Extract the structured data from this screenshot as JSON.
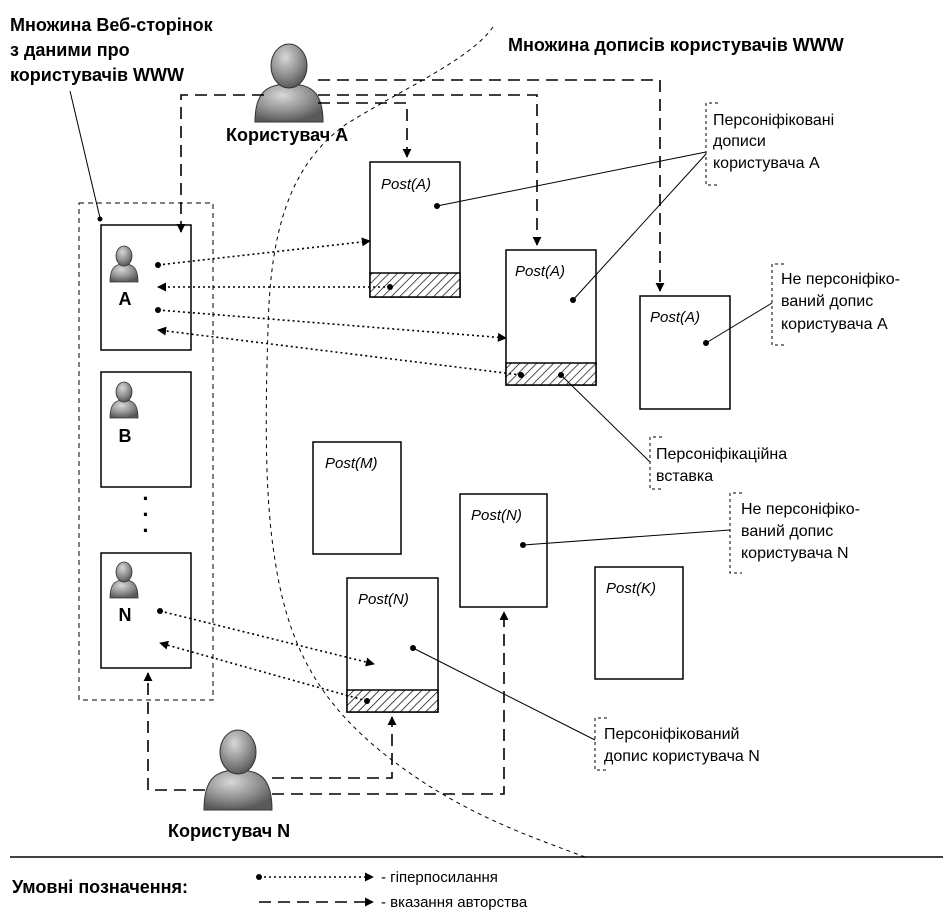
{
  "titles": {
    "pages_set": [
      "Множина Веб-сторінок",
      "з даними про",
      "користувачів WWW"
    ],
    "posts_set": "Множина дописів користувачів WWW"
  },
  "users": {
    "user_a": "Користувач А",
    "user_n": "Користувач N"
  },
  "pages": {
    "a": "A",
    "b": "B",
    "ellipsis": "·",
    "n": "N"
  },
  "posts": {
    "post_a1": "Post(A)",
    "post_a2": "Post(A)",
    "post_a3": "Post(A)",
    "post_m": "Post(M)",
    "post_n1": "Post(N)",
    "post_n2": "Post(N)",
    "post_k": "Post(K)"
  },
  "callouts": {
    "personified_a": [
      "Персоніфіковані",
      "дописи",
      "користувача А"
    ],
    "nonpersonified_a": [
      "Не персоніфіко-",
      "ваний допис",
      "користувача А"
    ],
    "insertion": [
      "Персоніфікаційна",
      "вставка"
    ],
    "nonpersonified_n": [
      "Не персоніфіко-",
      "ваний допис",
      "користувача N"
    ],
    "personified_n": [
      "Персоніфікований",
      "допис користувача N"
    ]
  },
  "legend": {
    "title": "Умовні позначення:",
    "hyperlink": "- гіперпосилання",
    "authorship": "- вказання авторства"
  }
}
